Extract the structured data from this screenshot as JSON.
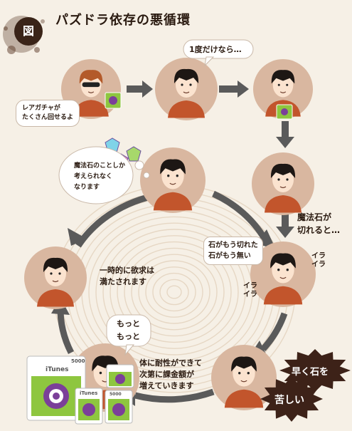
{
  "figure": {
    "badge": "図",
    "title": "パズドラ依存の悪循環"
  },
  "labels": {
    "rare_gacha": "レアガチャが\nたくさん回せるよ",
    "just_once": "1度だけなら…",
    "only_think": "魔法石のことしか\n考えられなく\nなります",
    "run_out": "魔法石が\n切れると…",
    "stones_gone": "石がもう切れた\n石がもう無い",
    "ira1": "イラ\nイラ",
    "ira2": "イラ\nイラ",
    "satisfied": "一時的に欲求は\n満たされます",
    "more": "もっと\nもっと",
    "tolerance": "体に耐性ができて\n次第に課金額が\n増えていきます",
    "hurry": "早く石を",
    "suffering": "苦しい"
  },
  "cards": {
    "brand": "iTunes",
    "value": "5000"
  },
  "colors": {
    "bg": "#f6f0e6",
    "circle_fill": "#d9b7a0",
    "face": "#fbe3cf",
    "hair": "#1d1714",
    "shirt": "#c2552c",
    "arrow": "#5a5a5a",
    "burst": "#3d2218",
    "card_green": "#8ec63f",
    "card_purple": "#7b3f99"
  }
}
